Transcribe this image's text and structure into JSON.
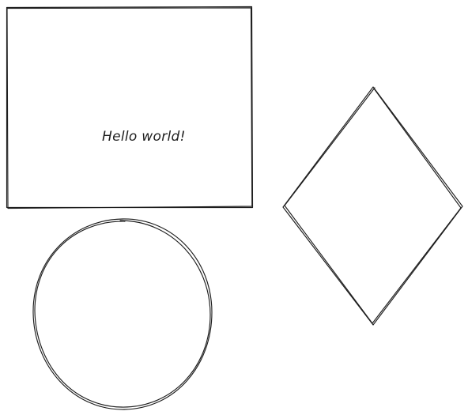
{
  "canvas": {
    "background": "#ffffff",
    "stroke_color": "#1e1e1e"
  },
  "shapes": {
    "rectangle": {
      "kind": "rectangle",
      "label": "Hello world!"
    },
    "ellipse": {
      "kind": "ellipse"
    },
    "diamond": {
      "kind": "diamond"
    }
  }
}
